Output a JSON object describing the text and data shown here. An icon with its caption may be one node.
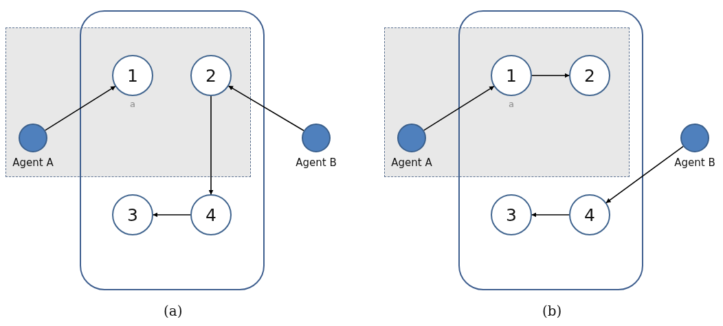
{
  "diagram": {
    "nodes": [
      {
        "text": [
          "1"
        ],
        "beside": [
          "a"
        ]
      },
      {
        "text": [
          "2"
        ]
      },
      {
        "text": [
          "3"
        ]
      },
      {
        "text": [
          "4"
        ]
      },
      {
        "text": [
          "Agent A"
        ]
      },
      {
        "text": [
          "Agent B"
        ]
      },
      {
        "text": [
          "1"
        ],
        "beside": [
          "a"
        ]
      },
      {
        "text": [
          "2"
        ]
      },
      {
        "text": [
          "3"
        ]
      },
      {
        "text": [
          "4"
        ]
      },
      {
        "text": [
          "Agent A"
        ]
      },
      {
        "text": [
          "Agent B"
        ]
      }
    ],
    "edges": [
      {
        "from": 4,
        "to": 0,
        "arrow": "to"
      },
      {
        "from": 5,
        "to": 1,
        "arrow": "to"
      },
      {
        "from": 1,
        "to": 3,
        "arrow": "to"
      },
      {
        "from": 3,
        "to": 2,
        "arrow": "to"
      },
      {
        "from": 10,
        "to": 6,
        "arrow": "to"
      },
      {
        "from": 6,
        "to": 7,
        "arrow": "to"
      },
      {
        "from": 11,
        "to": 9,
        "arrow": "to"
      },
      {
        "from": 9,
        "to": 8,
        "arrow": "to"
      }
    ],
    "labels": [
      "(a)",
      "(b)"
    ]
  }
}
